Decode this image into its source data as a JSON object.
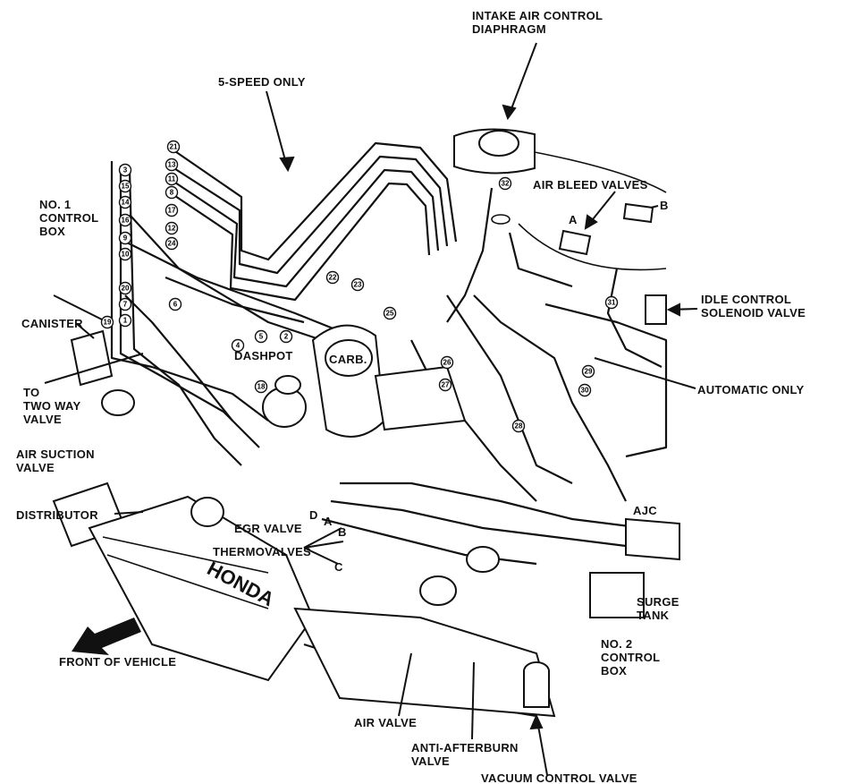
{
  "labels": {
    "intake": "INTAKE AIR CONTROL\nDIAPHRAGM",
    "five_speed": "5-SPEED ONLY",
    "air_bleed": "AIR BLEED VALVES",
    "bleed_a": "A",
    "bleed_b": "B",
    "control_box_1": "NO. 1\nCONTROL\nBOX",
    "canister": "CANISTER",
    "idle_control": "IDLE CONTROL\nSOLENOID VALVE",
    "dashpot": "DASHPOT",
    "carb": "CARB.",
    "to_two_way": "TO\nTWO WAY\nVALVE",
    "automatic_only": "AUTOMATIC ONLY",
    "air_suction": "AIR SUCTION\nVALVE",
    "distributor": "DISTRIBUTOR",
    "egr_valve": "EGR VALVE",
    "thermovalves": "THERMOVALVES",
    "therm_d": "D",
    "therm_a": "A",
    "therm_b": "B",
    "therm_c": "C",
    "ajc": "AJC",
    "surge_tank": "SURGE\nTANK",
    "control_box_2": "NO. 2\nCONTROL\nBOX",
    "front_vehicle": "FRONT OF VEHICLE",
    "air_valve": "AIR VALVE",
    "anti_afterburn": "ANTI-AFTERBURN\nVALVE",
    "vacuum_control": "VACUUM CONTROL VALVE",
    "brand": "HONDA"
  },
  "hose_numbers": [
    "21",
    "13",
    "11",
    "8",
    "17",
    "12",
    "24",
    "3",
    "15",
    "14",
    "16",
    "9",
    "10",
    "20",
    "7",
    "6",
    "19",
    "1",
    "5",
    "2",
    "4",
    "18",
    "22",
    "23",
    "25",
    "26",
    "27",
    "28",
    "29",
    "30",
    "31",
    "32"
  ]
}
